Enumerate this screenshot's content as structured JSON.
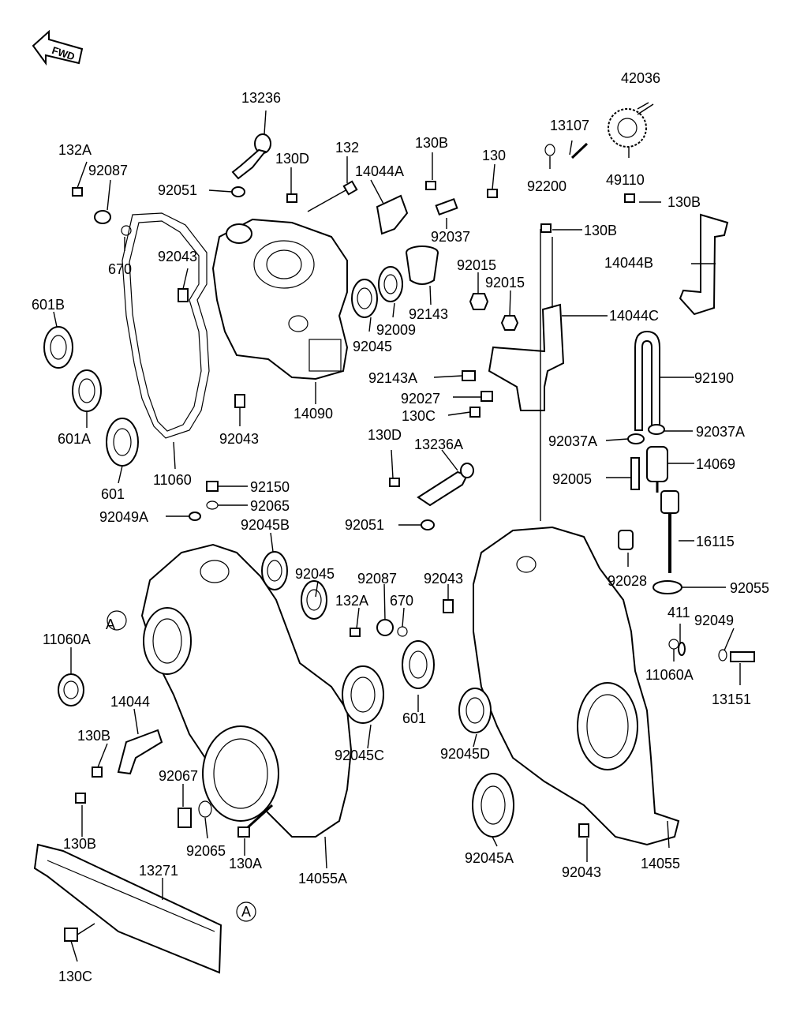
{
  "fwd_badge": "FWD",
  "ref_circle": "A",
  "labels": [
    {
      "id": "l1",
      "text": "42036"
    },
    {
      "id": "l2",
      "text": "13236"
    },
    {
      "id": "l3",
      "text": "13107"
    },
    {
      "id": "l4",
      "text": "132A"
    },
    {
      "id": "l5",
      "text": "130D"
    },
    {
      "id": "l6",
      "text": "132"
    },
    {
      "id": "l7",
      "text": "130B"
    },
    {
      "id": "l8",
      "text": "130"
    },
    {
      "id": "l9",
      "text": "92087"
    },
    {
      "id": "l10",
      "text": "14044A"
    },
    {
      "id": "l11",
      "text": "49110"
    },
    {
      "id": "l12",
      "text": "92051"
    },
    {
      "id": "l13",
      "text": "92200"
    },
    {
      "id": "l14",
      "text": "130B"
    },
    {
      "id": "l15",
      "text": "92037"
    },
    {
      "id": "l16",
      "text": "130B"
    },
    {
      "id": "l17",
      "text": "670"
    },
    {
      "id": "l18",
      "text": "92043"
    },
    {
      "id": "l19",
      "text": "14044B"
    },
    {
      "id": "l20",
      "text": "92015"
    },
    {
      "id": "l21",
      "text": "92015"
    },
    {
      "id": "l22",
      "text": "92143"
    },
    {
      "id": "l23",
      "text": "601B"
    },
    {
      "id": "l24",
      "text": "92009"
    },
    {
      "id": "l25",
      "text": "14044C"
    },
    {
      "id": "l26",
      "text": "92045"
    },
    {
      "id": "l27",
      "text": "92143A"
    },
    {
      "id": "l28",
      "text": "92190"
    },
    {
      "id": "l29",
      "text": "14090"
    },
    {
      "id": "l30",
      "text": "92027"
    },
    {
      "id": "l31",
      "text": "601A"
    },
    {
      "id": "l32",
      "text": "130C"
    },
    {
      "id": "l33",
      "text": "92043"
    },
    {
      "id": "l34",
      "text": "92037A"
    },
    {
      "id": "l35",
      "text": "92037A"
    },
    {
      "id": "l36",
      "text": "130D"
    },
    {
      "id": "l37",
      "text": "13236A"
    },
    {
      "id": "l38",
      "text": "14069"
    },
    {
      "id": "l39",
      "text": "601"
    },
    {
      "id": "l40",
      "text": "11060"
    },
    {
      "id": "l41",
      "text": "92005"
    },
    {
      "id": "l42",
      "text": "92150"
    },
    {
      "id": "l43",
      "text": "92065"
    },
    {
      "id": "l44",
      "text": "92049A"
    },
    {
      "id": "l45",
      "text": "92045B"
    },
    {
      "id": "l46",
      "text": "92051"
    },
    {
      "id": "l47",
      "text": "16115"
    },
    {
      "id": "l48",
      "text": "92043"
    },
    {
      "id": "l49",
      "text": "92028"
    },
    {
      "id": "l50",
      "text": "92045"
    },
    {
      "id": "l51",
      "text": "92087"
    },
    {
      "id": "l52",
      "text": "92055"
    },
    {
      "id": "l53",
      "text": "132A"
    },
    {
      "id": "l54",
      "text": "670"
    },
    {
      "id": "l55",
      "text": "411"
    },
    {
      "id": "l56",
      "text": "11060A"
    },
    {
      "id": "l57",
      "text": "92049"
    },
    {
      "id": "l58",
      "text": "11060A"
    },
    {
      "id": "l59",
      "text": "13151"
    },
    {
      "id": "l60",
      "text": "14044"
    },
    {
      "id": "l61",
      "text": "601"
    },
    {
      "id": "l62",
      "text": "130B"
    },
    {
      "id": "l63",
      "text": "92045D"
    },
    {
      "id": "l64",
      "text": "92045C"
    },
    {
      "id": "l65",
      "text": "92067"
    },
    {
      "id": "l66",
      "text": "130B"
    },
    {
      "id": "l67",
      "text": "92065"
    },
    {
      "id": "l68",
      "text": "92045A"
    },
    {
      "id": "l69",
      "text": "92043"
    },
    {
      "id": "l70",
      "text": "14055"
    },
    {
      "id": "l71",
      "text": "13271"
    },
    {
      "id": "l72",
      "text": "130A"
    },
    {
      "id": "l73",
      "text": "14055A"
    },
    {
      "id": "l74",
      "text": "130C"
    }
  ]
}
